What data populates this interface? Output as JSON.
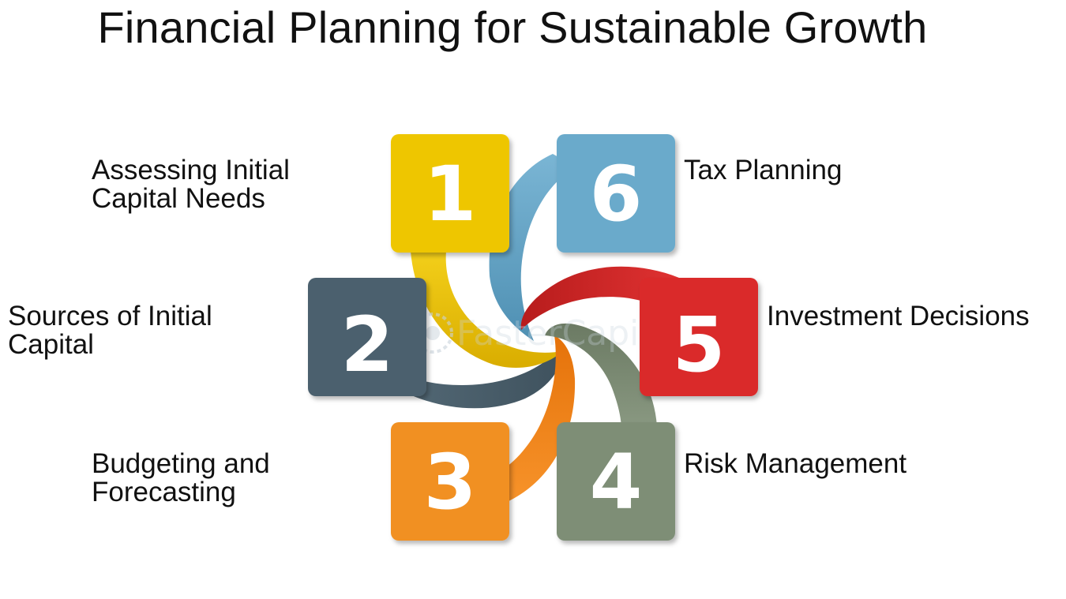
{
  "title": "Financial Planning for Sustainable Growth",
  "watermark": "FasterCapital",
  "steps": [
    {
      "number": "1",
      "label_lines": [
        "Assessing Initial",
        "Capital Needs"
      ],
      "color": "#eec600"
    },
    {
      "number": "2",
      "label_lines": [
        "Sources of Initial",
        "Capital"
      ],
      "color": "#4c616e"
    },
    {
      "number": "3",
      "label_lines": [
        "Budgeting and",
        "Forecasting"
      ],
      "color": "#f19020"
    },
    {
      "number": "4",
      "label_lines": [
        "Risk Management"
      ],
      "color": "#7e8e76"
    },
    {
      "number": "5",
      "label_lines": [
        "Investment Decisions"
      ],
      "color": "#da2a2a"
    },
    {
      "number": "6",
      "label_lines": [
        "Tax Planning"
      ],
      "color": "#6aaacb"
    }
  ]
}
